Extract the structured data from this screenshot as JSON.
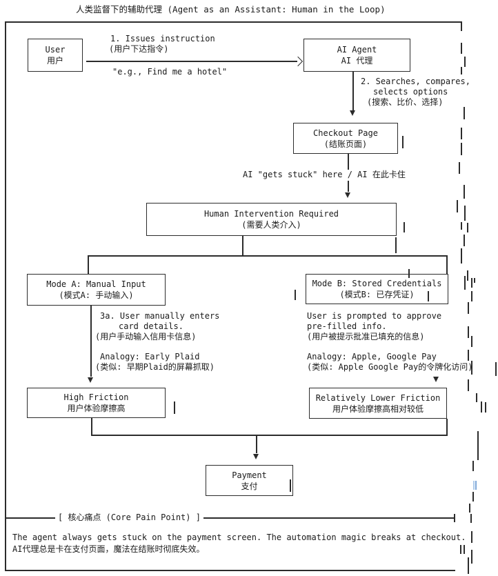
{
  "title": "人类监督下的辅助代理 (Agent as an Assistant: Human in the Loop)",
  "nodes": {
    "user": {
      "line1": "User",
      "line2": "用户"
    },
    "ai_agent": {
      "line1": "AI Agent",
      "line2": "AI 代理"
    },
    "checkout": {
      "line1": "Checkout Page",
      "line2": "(结账页面)"
    },
    "human_intervention": {
      "line1": "Human Intervention Required",
      "line2": "(需要人类介入)"
    },
    "mode_a": {
      "line1": "Mode A: Manual Input",
      "line2": "(模式A: 手动输入)"
    },
    "mode_b": {
      "line1": "Mode B: Stored Credentials",
      "line2": "(模式B: 已存凭证)"
    },
    "high_friction": {
      "line1": "High Friction",
      "line2": "用户体验摩擦高"
    },
    "lower_friction": {
      "line1": "Relatively Lower Friction",
      "line2": "用户体验摩擦高相对较低"
    },
    "payment": {
      "line1": "Payment",
      "line2": "支付"
    }
  },
  "edge_labels": {
    "step1": {
      "line1": "1. Issues instruction",
      "line2": "(用户下达指令)",
      "example": "\"e.g., Find me a hotel\""
    },
    "step2": {
      "line1": "2. Searches, compares,",
      "line2": "selects options",
      "line3": "(搜索、比价、选择)"
    },
    "stuck": "AI \"gets stuck\" here / AI 在此卡住",
    "mode_a_note": {
      "line1": "3a. User manually enters",
      "line2": "card details.",
      "line3": "(用户手动输入信用卡信息)",
      "line4": "Analogy: Early Plaid",
      "line5": "(类似: 早期Plaid的屏幕抓取)"
    },
    "mode_b_note": {
      "line1": "User is prompted to approve",
      "line2": "pre-filled info.",
      "line3": "(用户被提示批准已填充的信息)",
      "line4": "Analogy: Apple, Google Pay",
      "line5": "(类似: Apple Google Pay的令牌化访问)"
    }
  },
  "footer": {
    "divider_label": "[ 核心痛点 (Core Pain Point) ]",
    "line1": "The agent always gets stuck on the payment screen. The automation magic breaks at checkout.",
    "line2": "AI代理总是卡在支付页面，魔法在结账时彻底失效。"
  },
  "colors": {
    "line": "#2b2b2b",
    "background": "#ffffff",
    "text": "#1a1a1a",
    "artifact_blue_light": "#aecbeb",
    "artifact_blue_dark": "#7da7d8"
  }
}
